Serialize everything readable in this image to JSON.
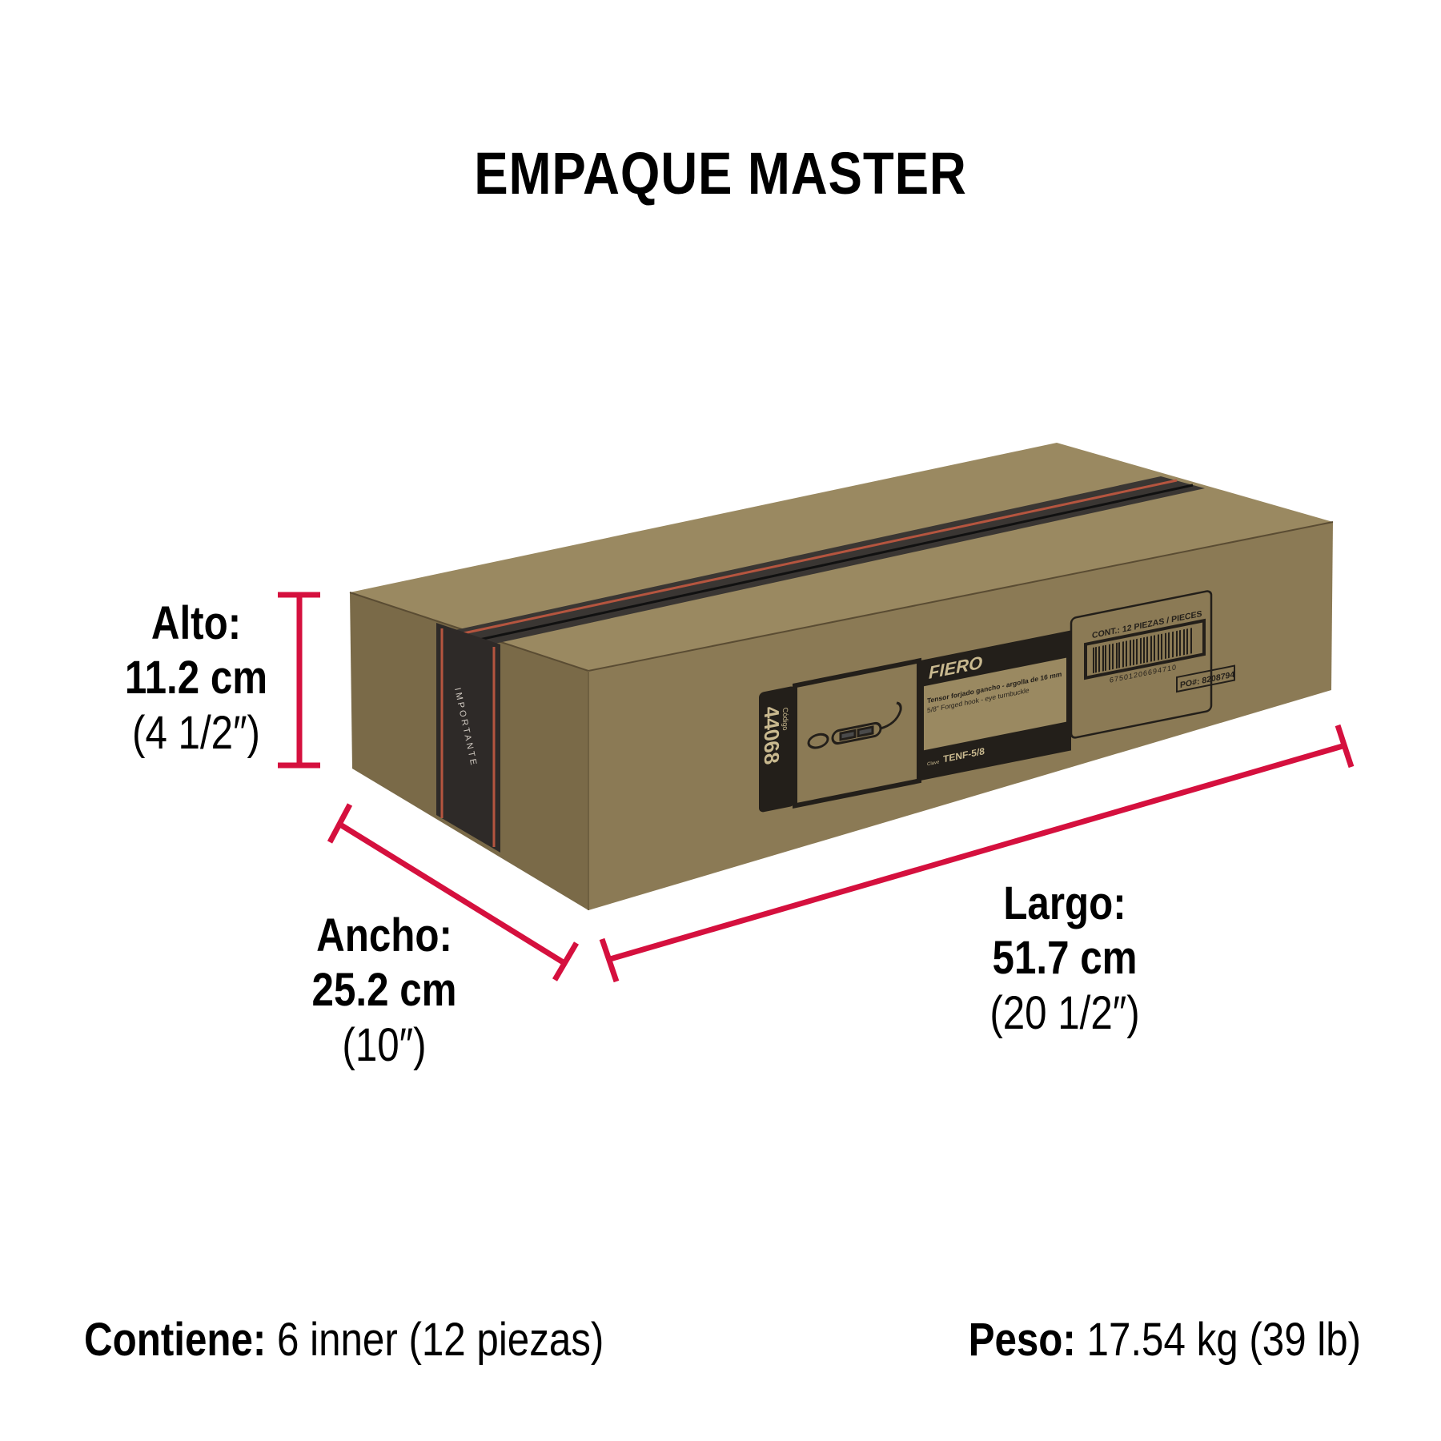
{
  "title": "EMPAQUE MASTER",
  "dimensions": {
    "alto": {
      "label": "Alto:",
      "metric": "11.2 cm",
      "imperial": "(4 1/2″)"
    },
    "ancho": {
      "label": "Ancho:",
      "metric": "25.2 cm",
      "imperial": "(10″)"
    },
    "largo": {
      "label": "Largo:",
      "metric": "51.7 cm",
      "imperial": "(20 1/2″)"
    }
  },
  "footer": {
    "contiene": {
      "key": "Contiene:",
      "value": " 6 inner (12 piezas)"
    },
    "peso": {
      "key": "Peso:",
      "value": " 17.54 kg (39 lb)"
    }
  },
  "box_label": {
    "code_caption": "Código",
    "code": "44068",
    "brand": "FIERO",
    "product_es": "Tensor forjado gancho - argolla de 16 mm",
    "product_en": "5/8\" Forged hook - eye turnbuckle",
    "clave_caption": "Clave",
    "clave": "TENF-5/8",
    "contents": "CONT.: 12 PIEZAS / PIECES",
    "barcode_number": "67501206694710",
    "po": "PO#: 8208794"
  },
  "tape_text": "IMPORTANTE",
  "colors": {
    "dimension_red": "#d5103e",
    "box_top": "#9a8961",
    "box_front": "#8b7a55",
    "box_side": "#7a6a48",
    "label_dark": "#231f1a",
    "tape": "#3a3633",
    "tape_stripe": "#b5553f"
  }
}
